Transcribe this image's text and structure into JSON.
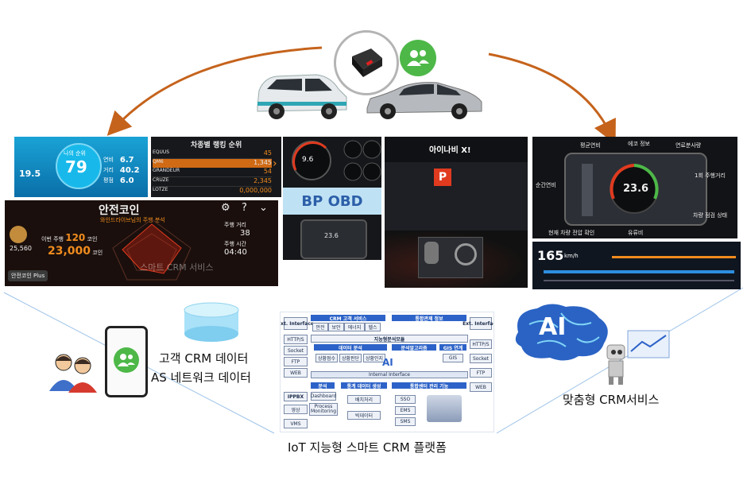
{
  "colors": {
    "arrow": "#c5631c",
    "line": "#9ec3e8",
    "accent_orange": "#f08c1e",
    "green": "#4db848",
    "blue": "#2d63c8"
  },
  "icons": [
    "obd-device-icon",
    "group-icon",
    "car-white-icon",
    "car-silver-icon",
    "smartphone-icon",
    "users-icon",
    "database-icon",
    "ai-brain-icon",
    "robot-icon"
  ],
  "screens": {
    "ranking": {
      "title_label": "나의 순위",
      "rank": "79",
      "rows": [
        {
          "label": "연비",
          "value": "6.7"
        },
        {
          "label": "거리",
          "value": "40.2"
        },
        {
          "label": "평점",
          "value": "6.0"
        }
      ],
      "km": "19.5"
    },
    "leaderboard": {
      "title": "차종별 랭킹 순위",
      "rows": [
        {
          "car": "EQUUS",
          "value": "45"
        },
        {
          "car": "QM6",
          "value": "1,345"
        },
        {
          "car": "GRANDEUR",
          "value": "54"
        },
        {
          "car": "CRUZE",
          "value": "2,345"
        },
        {
          "car": "LOTZE",
          "value": "0,000,000"
        }
      ]
    },
    "coin": {
      "title": "안전코인",
      "subtitle": "와인드라이브님의 주행 분석",
      "coins_left": "25,560",
      "this_week_label": "이번 주행",
      "this_week_value": "120",
      "total_value": "23,000",
      "coin_unit": "코인",
      "distance_label": "주행 거리",
      "distance_value": "38",
      "time_label": "주행 시간",
      "time_value": "04:40",
      "plus_label": "안전코인 Plus",
      "watermark": "스마트 CRM 서비스"
    },
    "bp_obd": {
      "label": "BP OBD",
      "gauge_value": "9.6",
      "small_value": "23.6"
    },
    "inavi": {
      "brand": "아이나비 X!",
      "gear": "P"
    },
    "dashboard": {
      "labels": [
        "평균연비",
        "에코 정보",
        "연료분사량",
        "순간연비",
        "1회 주행거리",
        "차량 점검 상태",
        "현재 차량 전압 확인",
        "유류비"
      ],
      "center_value": "23.6"
    },
    "speed": {
      "value": "165",
      "unit": "km/h"
    }
  },
  "left_text": {
    "line1": "고객 CRM 데이터",
    "line2": "AS 네트워크 데이터"
  },
  "right_text": "맞춤형 CRM서비스",
  "ai_label": "AI",
  "caption": "IoT 지능형 스마트 CRM 플랫폼",
  "architecture": {
    "left_ext": "Ext. Interface",
    "right_ext": "Ext. Interface",
    "left_protocols": [
      "HTTP/S",
      "Socket",
      "FTP",
      "WEB"
    ],
    "right_protocols": [
      "HTTP/S",
      "Socket",
      "FTP",
      "WEB"
    ],
    "crm_header": "CRM 고객 서비스",
    "crm_items": [
      "안전",
      "보안",
      "에너지",
      "헬스"
    ],
    "control_header": "통합관제 정보",
    "intel_module": "지능형분석모듈",
    "data_analysis": "데이터 분석",
    "data_items": [
      "상황점수",
      "상황판단",
      "상황인지"
    ],
    "analysis_algo": "분석알고리즘",
    "gis": "GIS 연계",
    "gis_item": "GIS",
    "ai_small": "AI",
    "internal": "Internal Interface",
    "ippbx": "IPPBX",
    "video": "영상",
    "vms": "VMS",
    "analysis": "분석",
    "dashboard": "Dashboard",
    "process": "Process Monitoring",
    "stats": "통계 데이터 생성",
    "batch": "배치처리",
    "bigdata": "빅데이터",
    "integrated": "통합센터 관리 기능",
    "sso": "SSO",
    "ems": "EMS",
    "sms": "SMS"
  }
}
